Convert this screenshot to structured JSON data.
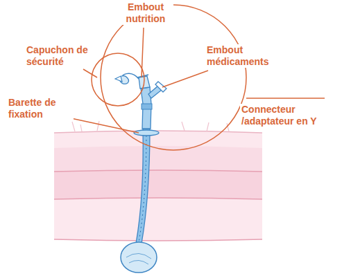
{
  "diagram": {
    "labels": [
      "Embout nutrition",
      "Capuchon de sécurité",
      "Embout médicaments",
      "Barette de fixation",
      "Connecteur /adaptateur en Y"
    ]
  }
}
